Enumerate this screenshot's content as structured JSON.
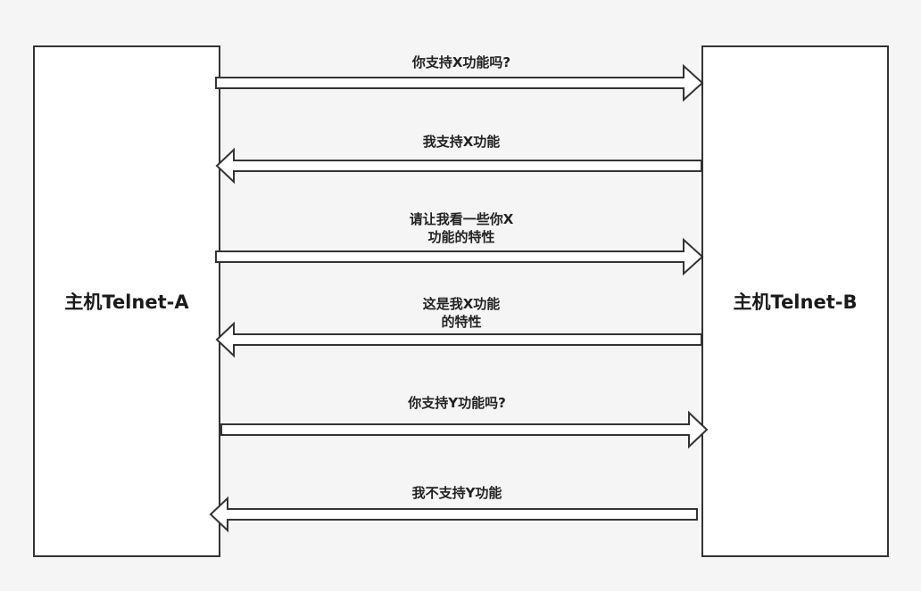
{
  "hosts": {
    "a": {
      "label": "主机Telnet-A"
    },
    "b": {
      "label": "主机Telnet-B"
    }
  },
  "messages": [
    {
      "direction": "right",
      "lines": [
        "你支持X功能吗?"
      ]
    },
    {
      "direction": "left",
      "lines": [
        "我支持X功能"
      ]
    },
    {
      "direction": "right",
      "lines": [
        "请让我看一些你X",
        "功能的特性"
      ]
    },
    {
      "direction": "left",
      "lines": [
        "这是我X功能",
        "的特性"
      ]
    },
    {
      "direction": "right",
      "lines": [
        "你支持Y功能吗?"
      ]
    },
    {
      "direction": "left",
      "lines": [
        "我不支持Y功能"
      ]
    }
  ],
  "colors": {
    "stroke": "#333333",
    "box_fill": "#ffffff",
    "background": "#f5f5f5"
  }
}
